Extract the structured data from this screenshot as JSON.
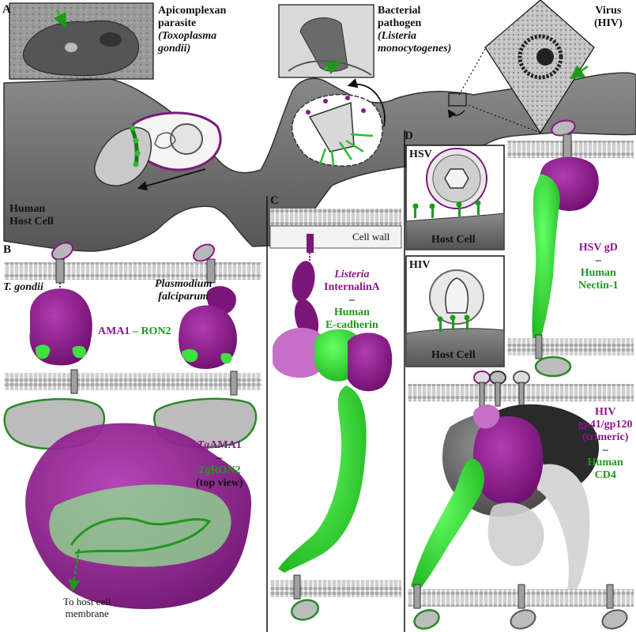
{
  "panels": {
    "a": "A",
    "b": "B",
    "c": "C",
    "d": "D"
  },
  "panel_a": {
    "apicomplexan": [
      "Apicomplexan",
      "parasite",
      "(Toxoplasma",
      "gondii)"
    ],
    "bacterial": [
      "Bacterial",
      "pathogen",
      "(Listeria",
      "monocytogenes)"
    ],
    "virus": [
      "Virus",
      "(HIV)"
    ],
    "host": [
      "Human",
      "Host Cell"
    ]
  },
  "panel_b": {
    "tgondii": "T. gondii",
    "plasmodium": [
      "Plasmodium",
      "falciparum"
    ],
    "pair_left": "AMA1",
    "pair_dash": "–",
    "pair_right": "RON2",
    "top_ama1_prefix": "Tg",
    "top_ama1": "AMA1",
    "top_dash": "–",
    "top_ron2_prefix": "Tg",
    "top_ron2": "RON2",
    "top_view": "(top view)",
    "membrane_note": [
      "To host cell",
      "membrane"
    ]
  },
  "panel_c": {
    "cell_wall": "Cell wall",
    "listeria": "Listeria",
    "internalin": "InternalinA",
    "dash": "–",
    "human": "Human",
    "ecad": "E-cadherin"
  },
  "panel_d": {
    "hsv_box": "HSV",
    "hiv_box": "HIV",
    "host_cell": "Host Cell",
    "hsv_gd": "HSV gD",
    "dash": "–",
    "human": "Human",
    "nectin": "Nectin-1",
    "hiv": "HIV",
    "gp41": "gp41",
    "gp120": "/gp120",
    "trimeric": "(trimeric)",
    "cd4": "CD4"
  },
  "colors": {
    "purple": "#8a168a",
    "green": "#33e033",
    "host_gray": "#6a6a6a",
    "membrane": "#bdbdbd"
  }
}
